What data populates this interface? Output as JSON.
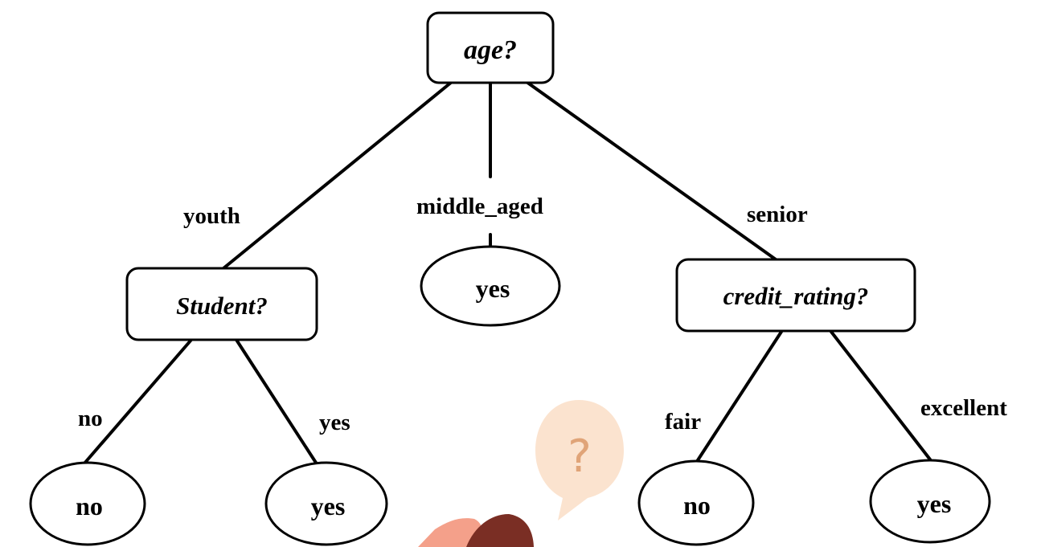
{
  "tree": {
    "root": {
      "label": "age?"
    },
    "edges": {
      "youth": "youth",
      "middle_aged": "middle_aged",
      "senior": "senior",
      "student_no": "no",
      "student_yes": "yes",
      "credit_fair": "fair",
      "credit_excellent": "excellent"
    },
    "nodes": {
      "student": "Student?",
      "credit_rating": "credit_rating?",
      "middle_leaf": "yes",
      "student_no_leaf": "no",
      "student_yes_leaf": "yes",
      "fair_leaf": "no",
      "excellent_leaf": "yes"
    }
  },
  "overlay": {
    "bubble_symbol": "?",
    "colors": {
      "bubble": "#fbe3cf",
      "bubble_text": "#e0a478",
      "character_hair": "#7a2e24",
      "character_skin": "#f4a08a"
    }
  }
}
